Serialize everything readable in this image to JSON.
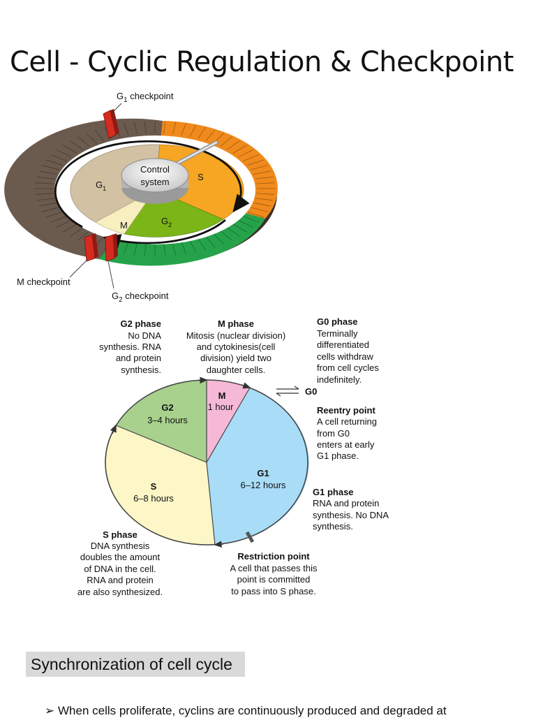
{
  "title": "Cell - Cyclic Regulation & Checkpoint",
  "wheel": {
    "g1_checkpoint": [
      "G",
      "1",
      " checkpoint"
    ],
    "m_checkpoint": "M checkpoint",
    "g2_checkpoint": [
      "G",
      "2",
      " checkpoint"
    ],
    "control_system": [
      "Control",
      "system"
    ],
    "phase_g1": [
      "G",
      "1"
    ],
    "phase_s": "S",
    "phase_g2": [
      "G",
      "2"
    ],
    "phase_m": "M",
    "colors": {
      "g1": "#d2c2a3",
      "s": "#f6a623",
      "g2": "#7cb518",
      "m": "#f7efbf",
      "ring_brown": "#6b5a4e",
      "ring_orange": "#f08a1c",
      "ring_green": "#26a34a",
      "checkpoint": "#d62b1f"
    }
  },
  "pie": {
    "segments": [
      {
        "name": "M",
        "duration": "1 hour",
        "color": "#f5b8d6"
      },
      {
        "name": "G1",
        "duration": "6–12 hours",
        "color": "#a9dcf7"
      },
      {
        "name": "S",
        "duration": "6–8 hours",
        "color": "#fdf7c7"
      },
      {
        "name": "G2",
        "duration": "3–4 hours",
        "color": "#a9d18e"
      }
    ],
    "g0_label": "G0",
    "g2_phase": {
      "title": "G2 phase",
      "lines": [
        "No DNA",
        "synthesis. RNA",
        "and protein",
        "synthesis."
      ]
    },
    "m_phase": {
      "title": "M phase",
      "lines": [
        "Mitosis (nuclear division)",
        "and cytokinesis(cell",
        "division) yield two",
        "daughter cells."
      ]
    },
    "g0_phase": {
      "title": "G0 phase",
      "lines": [
        "Terminally",
        "differentiated",
        "cells withdraw",
        "from cell cycles",
        "indefinitely."
      ]
    },
    "reentry": {
      "title": "Reentry point",
      "lines": [
        "A cell returning",
        "from G0",
        "enters at early",
        "G1 phase."
      ]
    },
    "g1_phase": {
      "title": "G1 phase",
      "lines": [
        "RNA and protein",
        "synthesis. No DNA",
        "synthesis."
      ]
    },
    "s_phase": {
      "title": "S phase",
      "lines": [
        "DNA synthesis",
        "doubles the amount",
        "of DNA in the cell.",
        "RNA and protein",
        "are also synthesized."
      ]
    },
    "restriction": {
      "title": "Restriction point",
      "lines": [
        "A cell that passes this",
        "point is committed",
        "to pass into S phase."
      ]
    }
  },
  "section_heading": "Synchronization of cell cycle",
  "bullet_text": "When cells proliferate, cyclins are continuously produced and degraded at"
}
